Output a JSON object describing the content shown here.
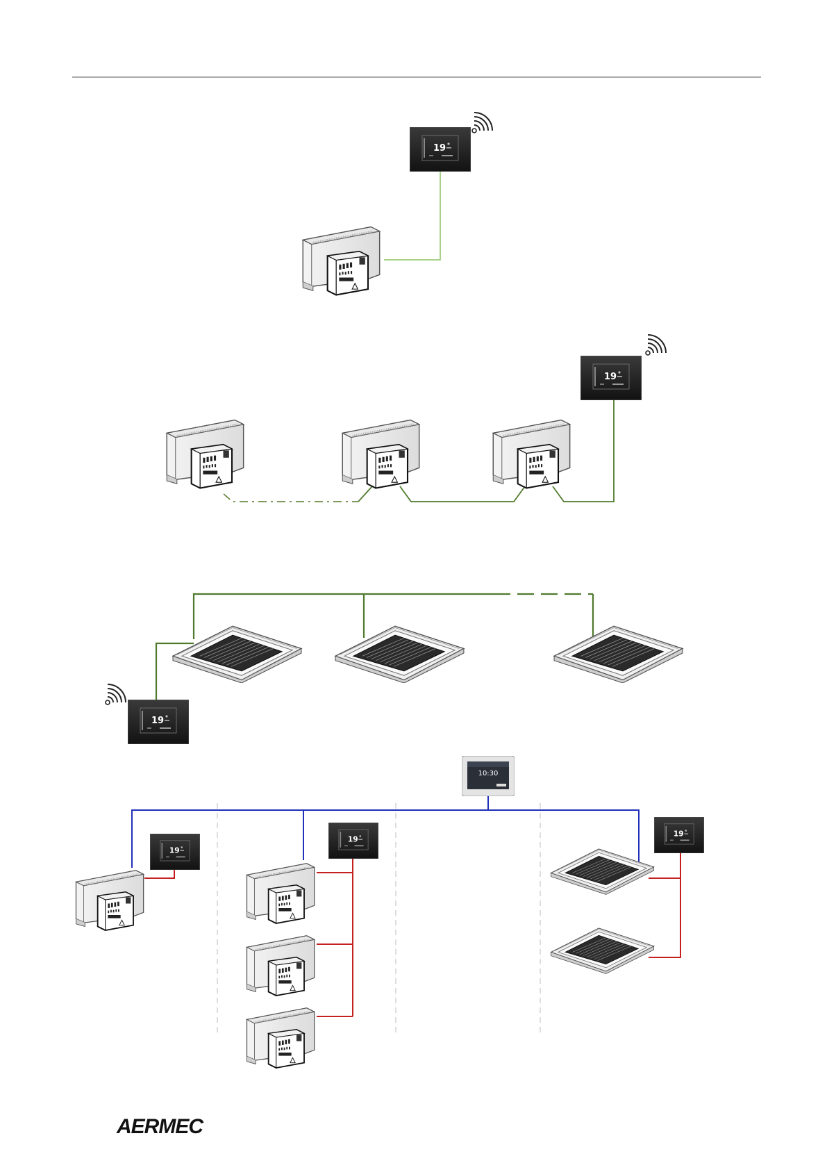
{
  "thermostat": {
    "display_value": "19",
    "unit_glyph": "°"
  },
  "supervisor": {
    "time": "10:30"
  },
  "footer": {
    "brand": "AERMEC"
  },
  "colors": {
    "light_green": "#9ccc7a",
    "dark_green": "#4f7a2e",
    "blue": "#1f2fb8",
    "red": "#c42020",
    "divider": "#c8c8c8",
    "rule": "#777777"
  },
  "icons": [
    "wifi-icon",
    "thermostat-icon",
    "fan-coil-icon",
    "cassette-icon",
    "supervisor-panel-icon",
    "brand-logo"
  ]
}
